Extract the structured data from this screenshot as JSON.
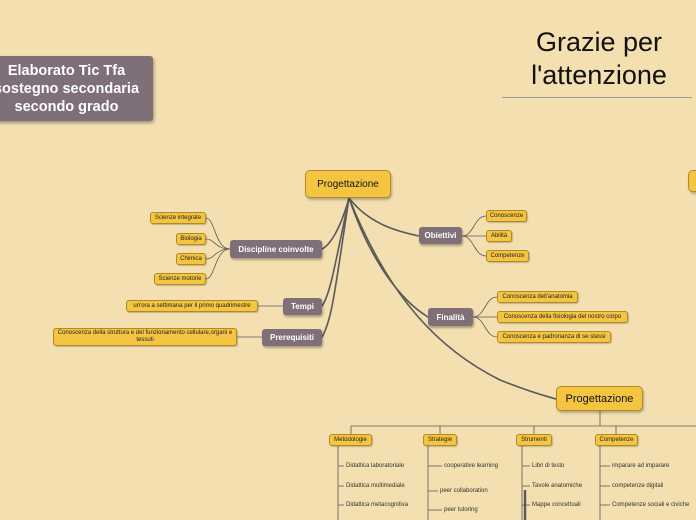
{
  "title": {
    "lines": [
      "Elaborato Tic Tfa",
      "sostegno secondaria",
      "secondo grado"
    ]
  },
  "thanks": {
    "line1": "Grazie per",
    "line2": "l'attenzione"
  },
  "map1": {
    "root": "Progettazione",
    "discipline": {
      "label": "Discipline coinvolte",
      "items": [
        "Scienze integrate",
        "Biologia",
        "Chimica",
        "Scienze motorie"
      ]
    },
    "tempi": {
      "label": "Tempi",
      "items": [
        "un'ora a settimana per il primo quadrimestre"
      ]
    },
    "prerequisiti": {
      "label": "Prerequisiti",
      "items": [
        "Conoscenza della struttura e del funzionamento cellulare,organi e tessuti"
      ]
    },
    "obiettivi": {
      "label": "Obiettivi",
      "items": [
        "Conoscenze",
        "Abilità",
        "Competenze"
      ]
    },
    "finalita": {
      "label": "Finalità",
      "items": [
        "Conoscenza dell'anatomia",
        "Conoscenza della fisiologia del nostro corpo",
        "Conoscenza e padronanza di se stessi"
      ]
    }
  },
  "map2": {
    "root": "Progettazione",
    "metodologie": {
      "label": "Metodologie",
      "items": [
        "Didattica laboratoriale",
        "Didattica multimediale",
        "Didattica metacognitiva"
      ]
    },
    "strategie": {
      "label": "Strategie",
      "items": [
        "cooperative learning",
        "peer collaboration",
        "peer tutoring"
      ]
    },
    "strumenti": {
      "label": "Strumenti",
      "items": [
        "Libri di testo",
        "Tavole anatomiche",
        "Mappe concettuali"
      ]
    },
    "competenze": {
      "label": "Competenze",
      "items": [
        "imparare ad imparare",
        "competenze digitali",
        "Competenze sociali e civiche"
      ]
    }
  },
  "colors": {
    "background": "#f3dfb0",
    "node_yellow": "#f5c542",
    "node_grey": "#7f6f78",
    "connector": "#5a5a5a"
  }
}
